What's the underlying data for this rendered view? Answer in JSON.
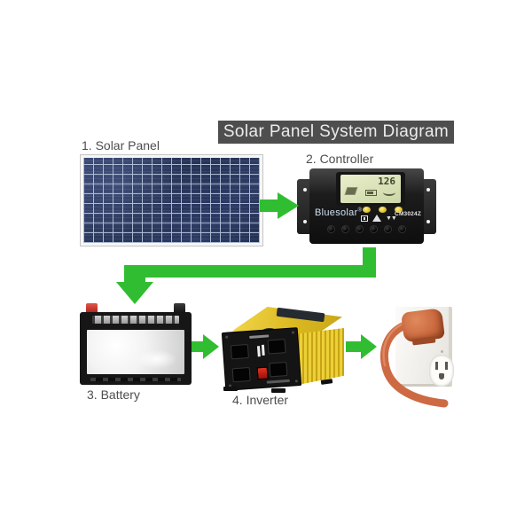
{
  "title": "Solar Panel System Diagram",
  "components": {
    "solar_panel": {
      "step": "1",
      "label": "1. Solar Panel"
    },
    "controller": {
      "step": "2",
      "label": "2. Controller",
      "brand": "Bluesolar",
      "brand_reg_mark": "®",
      "model": "CM3024Z",
      "lcd_reading": "126",
      "led_count": 3
    },
    "battery": {
      "step": "3",
      "label": "3. Battery"
    },
    "inverter": {
      "step": "4",
      "label": "4. Inverter"
    },
    "wall_outlet": {
      "description": "wall outlet with orange plug and cord"
    }
  },
  "arrows": [
    {
      "from": "solar_panel",
      "to": "controller",
      "direction": "right"
    },
    {
      "from": "controller",
      "to": "battery",
      "direction": "down-left-down"
    },
    {
      "from": "battery",
      "to": "inverter",
      "direction": "right"
    },
    {
      "from": "inverter",
      "to": "wall_outlet",
      "direction": "right"
    }
  ],
  "icons": {
    "battery-mode-icon": "boxed battery glyph",
    "warning-triangle-icon": "triangle glyph",
    "load-arrows-icon": "double arrow glyph",
    "load_arrows_glyph": "▼▼"
  },
  "colors": {
    "arrow_green": "#31bd31",
    "title_bg": "#4e4e4e",
    "title_text": "#ebebeb",
    "label_text": "#4d4d4d",
    "solar_panel_blue": "#2b3557",
    "inverter_yellow": "#e6c51f",
    "cord_orange": "#cd6a43",
    "lcd_bg": "#dce6bb",
    "battery_terminal_red": "#c13a2b"
  }
}
